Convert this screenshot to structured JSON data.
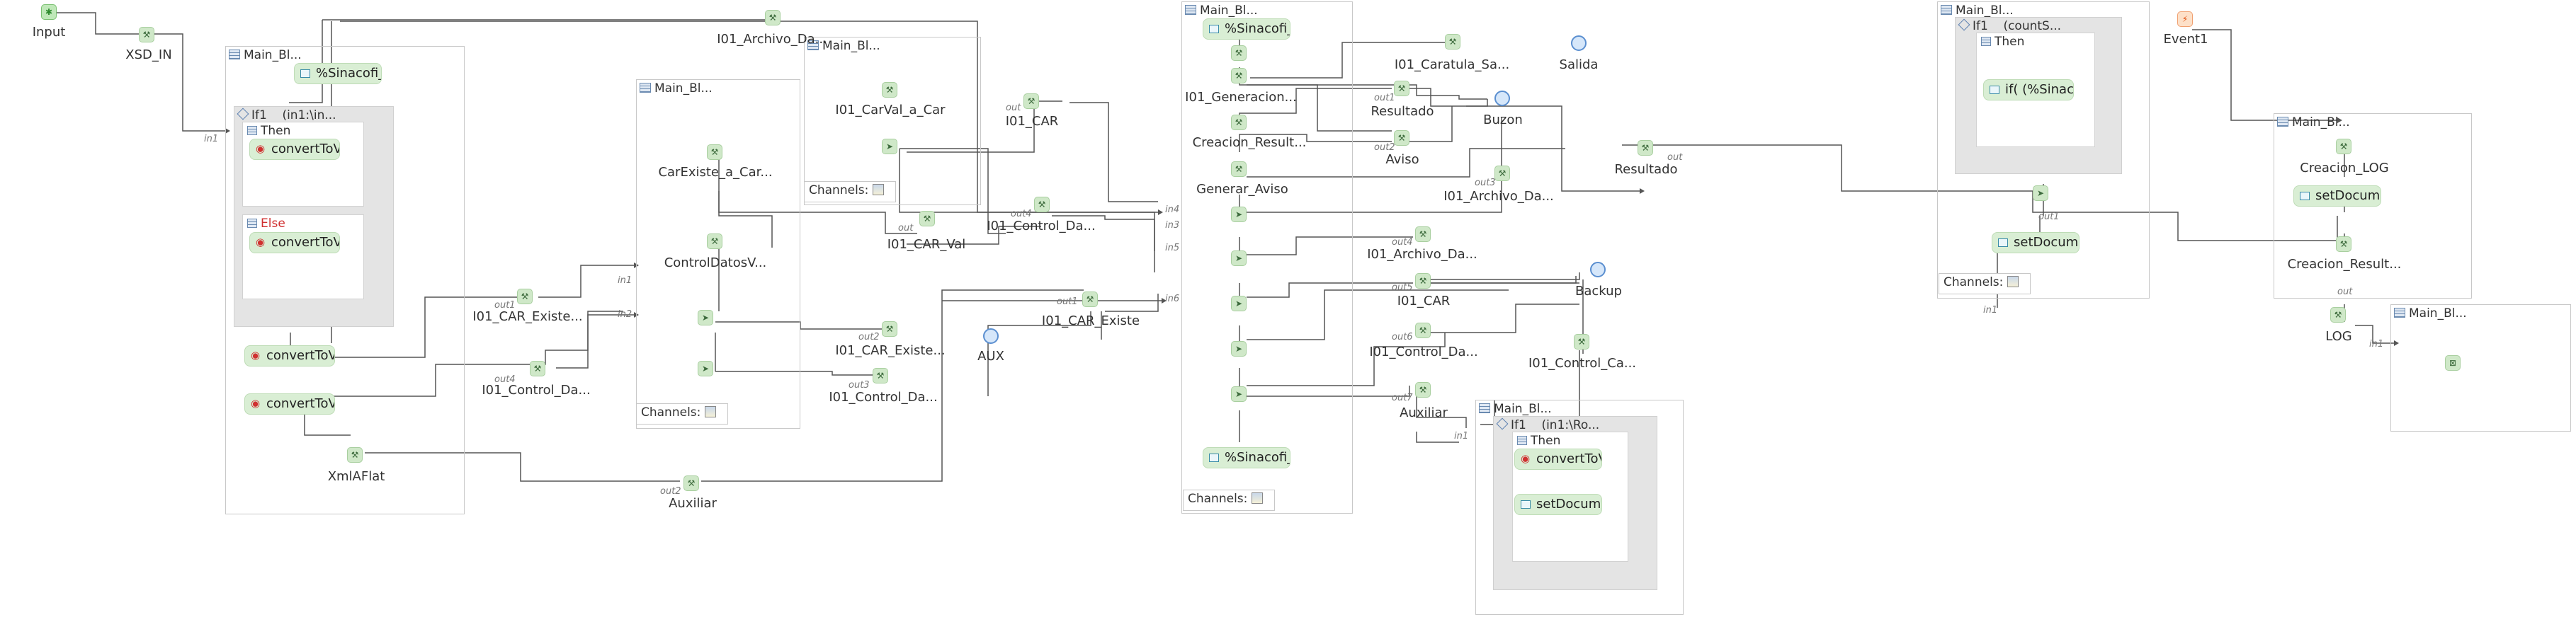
{
  "labels": {
    "input": "Input",
    "xsd_in": "XSD_IN",
    "event1": "Event1",
    "archivo_top": "I01_Archivo_Da...",
    "carval_a_car": "I01_CarVal_a_Car",
    "i01_car_top": "I01_CAR",
    "carexiste_a_car": "CarExiste_a_Car...",
    "i01_car_val": "I01_CAR_Val",
    "controldatosv": "ControlDatosV...",
    "control_da_mid": "I01_Control_Da...",
    "car_existe_left": "I01_CAR_Existe...",
    "control_da_left": "I01_Control_Da...",
    "car_existe_mid": "I01_CAR_Existe...",
    "control_da_mid2": "I01_Control_Da...",
    "car_existe_right": "I01_CAR_Existe",
    "aux": "AUX",
    "xmlaflat": "XmlAFlat",
    "auxiliar_bottom": "Auxiliar",
    "caratula": "I01_Caratula_Sa...",
    "salida": "Salida",
    "generacion": "I01_Generacion...",
    "resultado_mid": "Resultado",
    "buzon": "Buzon",
    "creacion_result_mid": "Creacion_Result...",
    "aviso": "Aviso",
    "generar_aviso": "Generar_Aviso",
    "archivo_da_mid": "I01_Archivo_Da...",
    "resultado_right": "Resultado",
    "archivo_da_low": "I01_Archivo_Da...",
    "i01_car_low": "I01_CAR",
    "control_da_low": "I01_Control_Da...",
    "backup": "Backup",
    "control_ca": "I01_Control_Ca...",
    "auxiliar_mid": "Auxiliar",
    "creacion_log": "Creacion_LOG",
    "creacion_result_right": "Creacion_Result...",
    "log": "LOG"
  },
  "ports": {
    "in1_a": "in1",
    "out1_a": "out1",
    "out4_a": "out4",
    "out2_a": "out2",
    "in1_b": "in1",
    "in2_b": "in2",
    "out_carval": "out",
    "out_car": "out",
    "out4_b": "out4",
    "out2_b": "out2",
    "out3_b": "out3",
    "out1_b": "out1",
    "in4": "in4",
    "in3": "in3",
    "in5": "in5",
    "in6": "in6",
    "out1_c": "out1",
    "out2_c": "out2",
    "out3_c": "out3",
    "out_c": "out",
    "out4_c": "out4",
    "out5_c": "out5",
    "out6_c": "out6",
    "out7_c": "out7",
    "in1_c": "in1",
    "out1_d": "out1",
    "in1_d": "in1",
    "out_d": "out",
    "in1_e": "in1"
  },
  "blocks": {
    "main1_title": "Main_Bl...",
    "main1_pill": "%Sinacofi_II",
    "if1_title": "If1",
    "if1_cond": "(in1:\\in...",
    "then": "Then",
    "else": "Else",
    "convert1": "convertToV(",
    "convert2": "convertToV(",
    "convert3": "convertToV(",
    "convert4": "convertToV(",
    "main2_title": "Main_Bl...",
    "main3_title": "Main_Bl...",
    "channels": "Channels:",
    "main4_title": "Main_Bl...",
    "main4_pill_top": "%Sinacofi_II",
    "main4_pill_bottom": "%Sinacofi_II",
    "main5_title": "Main_Bl...",
    "if5_title": "If1",
    "if5_cond": "(in1:\\Ro...",
    "convert5": "convertToV(",
    "setdoc5": "setDocume",
    "main6_title": "Main_Bl...",
    "if6_title": "If1",
    "if6_cond": "(countS...",
    "if6_expr": "if( (%Sinaco",
    "setdoc6": "setDocume",
    "main7_title": "Main_Bl...",
    "setdoc7": "setDocume",
    "main8_title": "Main_Bl..."
  },
  "icons": {
    "start": "start-icon",
    "event": "lightning-icon",
    "service": "service-node-icon",
    "endpoint": "endpoint-circle-icon",
    "block": "block-icon",
    "channels": "channels-icon"
  },
  "colors": {
    "node_fill": "#cfe8c8",
    "endpoint": "#5b8fd0",
    "wire": "#555555",
    "else_label": "#d03030"
  }
}
